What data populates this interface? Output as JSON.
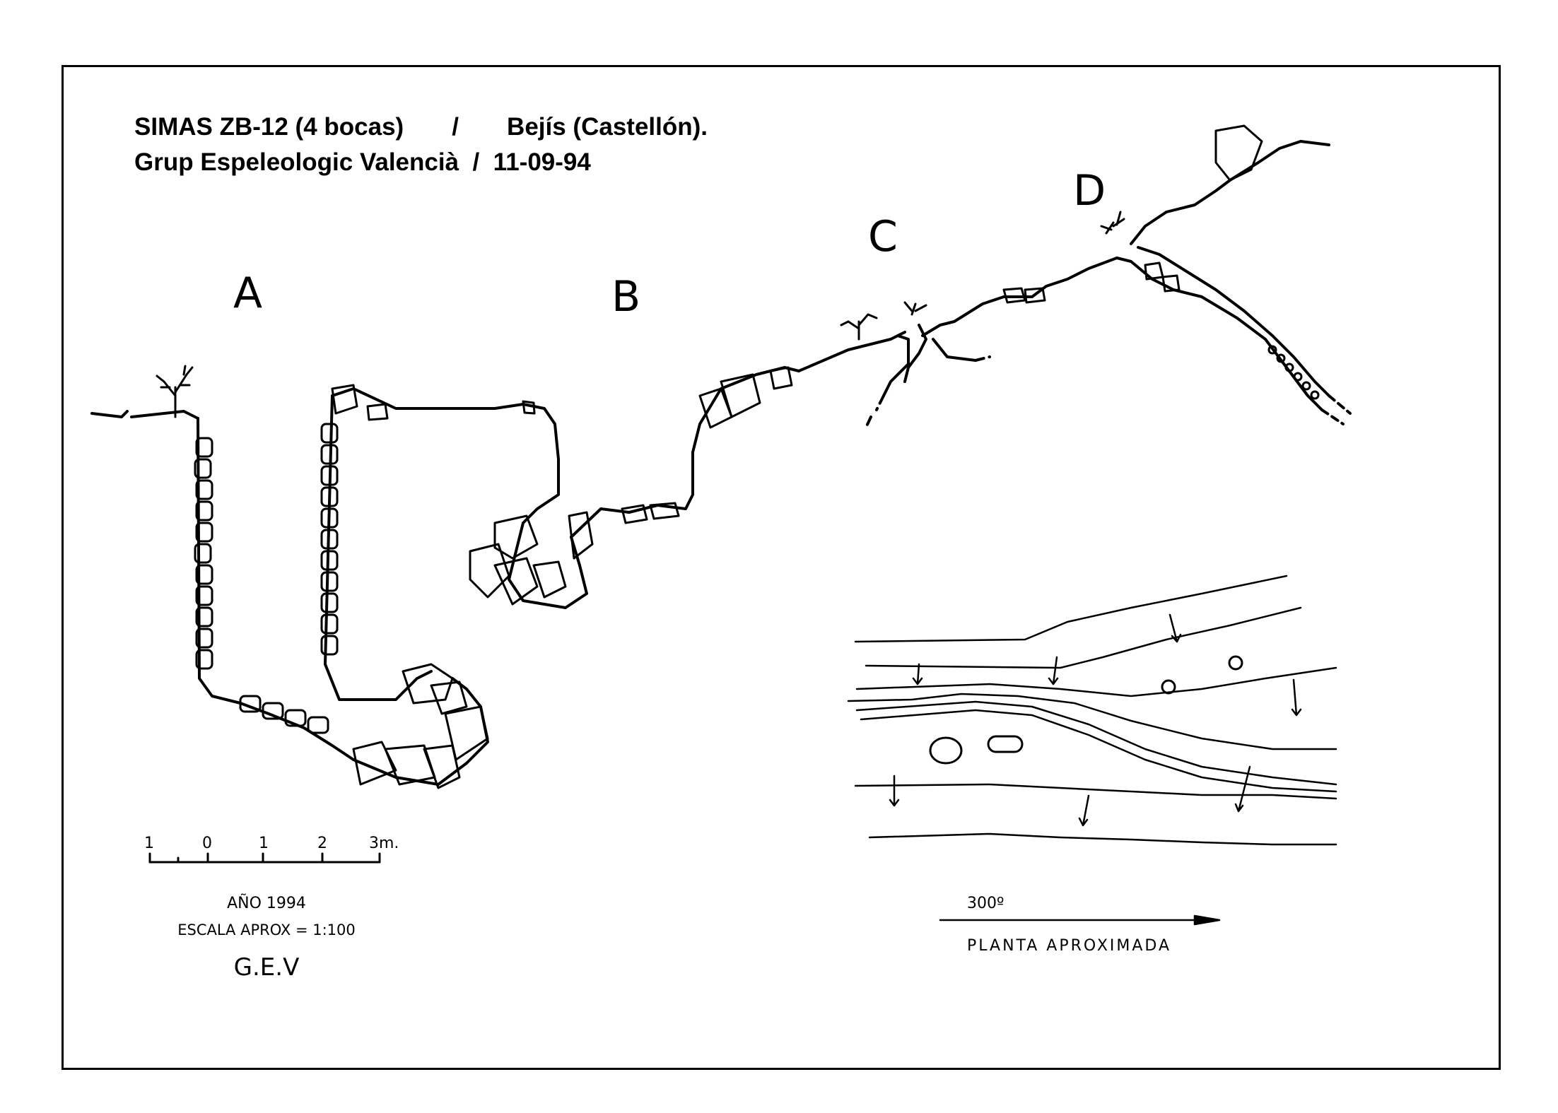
{
  "header": {
    "line1": "SIMAS ZB-12 (4 bocas)       /       Bejís (Castellón).",
    "line2": "Grup Espeleologic Valencià  /  11-09-94"
  },
  "entrances": {
    "a": "A",
    "b": "B",
    "c": "C",
    "d": "D"
  },
  "scale_bar": {
    "ticks": [
      "1",
      "0",
      "1",
      "2",
      "3m."
    ]
  },
  "credits": {
    "year": "AÑO 1994",
    "scale": "ESCALA APROX = 1:100",
    "group": "G.E.V"
  },
  "plan": {
    "bearing": "300º",
    "label": "PLANTA  APROXIMADA"
  },
  "colors": {
    "ink": "#000000",
    "paper": "#ffffff"
  }
}
